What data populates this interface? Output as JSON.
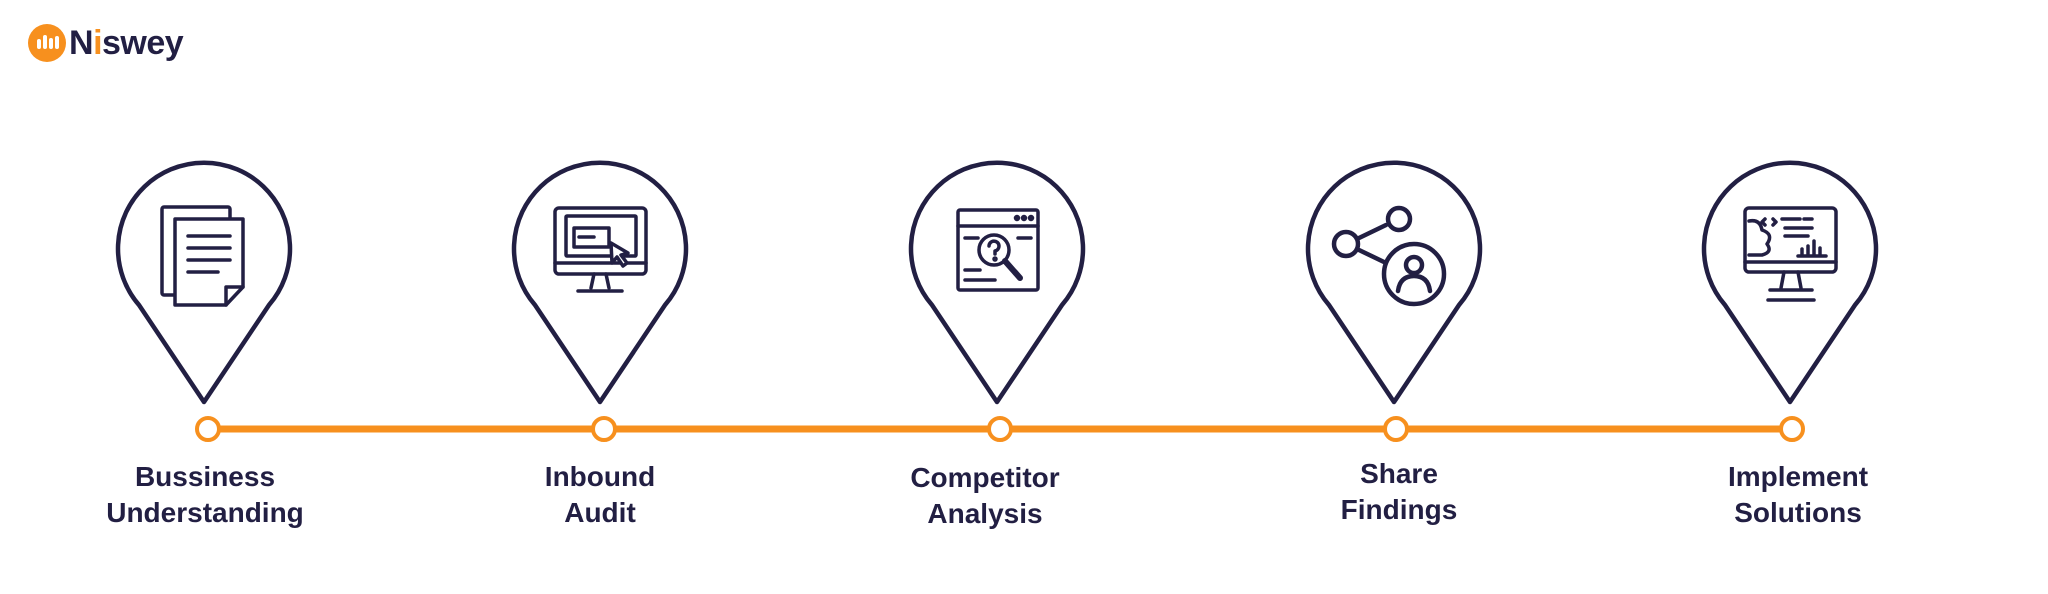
{
  "brand": {
    "name_first": "N",
    "name_accent": "i",
    "name_rest": "swey",
    "color_primary": "#221f43",
    "color_accent": "#f7901e"
  },
  "steps": [
    {
      "line1": "Bussiness",
      "line2": "Understanding",
      "icon": "documents-icon"
    },
    {
      "line1": "Inbound",
      "line2": "Audit",
      "icon": "monitor-cursor-icon"
    },
    {
      "line1": "Competitor",
      "line2": "Analysis",
      "icon": "browser-search-icon"
    },
    {
      "line1": "Share",
      "line2": "Findings",
      "icon": "share-user-icon"
    },
    {
      "line1": "Implement",
      "line2": "Solutions",
      "icon": "monitor-dashboard-icon"
    }
  ]
}
